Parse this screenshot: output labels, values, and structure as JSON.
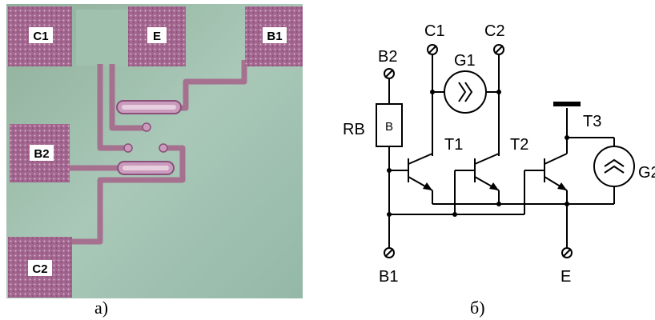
{
  "figure": {
    "caption_a": "а)",
    "caption_b": "б)"
  },
  "chip": {
    "pads": [
      "C1",
      "E",
      "B1",
      "B2",
      "C2"
    ],
    "colors": {
      "substrate": "#8fb4a0",
      "pad": "#a86e9a",
      "trace": "#b58aa6",
      "label_bg": "#ffffff"
    }
  },
  "schematic": {
    "terminals": {
      "c1": "C1",
      "c2": "C2",
      "b2": "B2",
      "b1": "B1",
      "e": "E"
    },
    "components": {
      "resistor": "RB",
      "resistor_inner": "B",
      "g1": "G1",
      "g2": "G2",
      "t1": "T1",
      "t2": "T2",
      "t3": "T3"
    }
  }
}
